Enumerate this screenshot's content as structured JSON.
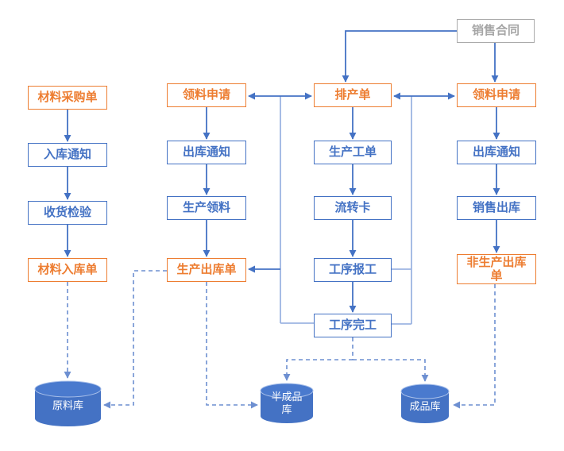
{
  "nodes": {
    "sales_contract": "销售合同",
    "material_purchase_order": "材料采购单",
    "inbound_notice": "入库通知",
    "receipt_inspection": "收货检验",
    "material_inbound_order": "材料入库单",
    "picking_request_left": "领料申请",
    "outbound_notice_left": "出库通知",
    "production_picking": "生产领料",
    "production_outbound_order": "生产出库单",
    "production_schedule": "排产单",
    "production_work_order": "生产工单",
    "flow_card": "流转卡",
    "process_report": "工序报工",
    "process_complete": "工序完工",
    "picking_request_right": "领料申请",
    "outbound_notice_right": "出库通知",
    "sales_outbound": "销售出库",
    "non_production_outbound_order": "非生产出库\n单",
    "raw_material_warehouse": "原料库",
    "semi_finished_warehouse": "半成品\n库",
    "finished_goods_warehouse": "成品库"
  },
  "colors": {
    "flow_blue": "#4472C4",
    "flow_orange": "#ED7D31",
    "contract_gray": "#A6A6A6",
    "junction_light_blue": "#9DB5E2",
    "dashed_blue": "#6D8FD1",
    "cylinder_fill": "#4472C4",
    "background": "#FFFFFF"
  }
}
